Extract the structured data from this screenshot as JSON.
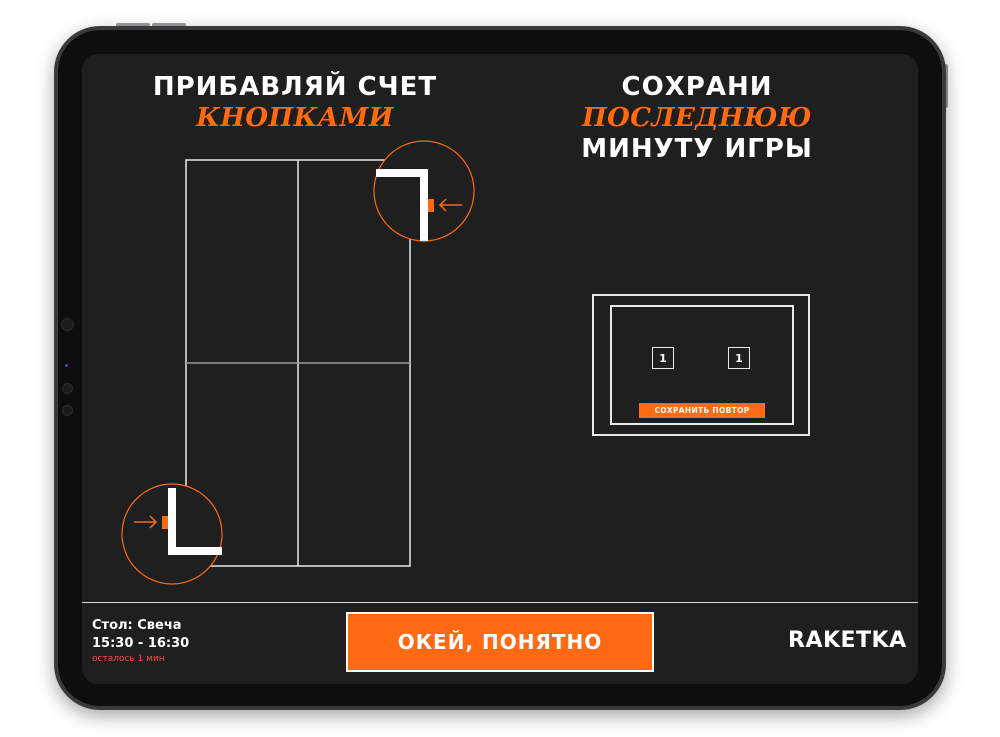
{
  "left_title": {
    "line1": "ПРИБАВЛЯЙ СЧЕТ",
    "accent": "КНОПКАМИ"
  },
  "right_title": {
    "accent": "ПОСЛЕДНЮЮ",
    "prefix": "СОХРАНИ",
    "line2": "МИНУТУ ИГРЫ"
  },
  "score_card": {
    "left_score": "1",
    "right_score": "1",
    "save_label": "СОХРАНИТЬ ПОВТОР"
  },
  "footer": {
    "table_name": "Стол: Свеча",
    "time_range": "15:30 - 16:30",
    "time_left": "осталось 1 мин",
    "ok_label": "ОКЕЙ, ПОНЯТНО",
    "logo": "RAKETKA"
  },
  "colors": {
    "accent": "#ff6a13",
    "background": "#1f1f1f",
    "text": "#ffffff",
    "warning": "#ff4d3d"
  },
  "icons": [
    "arrow-left-icon",
    "arrow-right-icon"
  ]
}
